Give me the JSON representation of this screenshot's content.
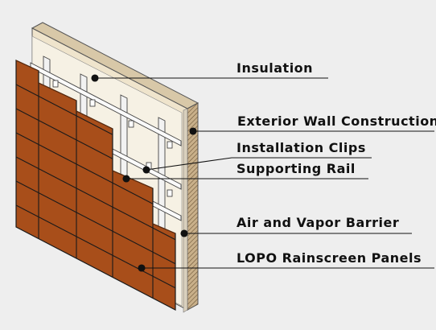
{
  "callouts": [
    {
      "id": "insulation",
      "label": "Insulation"
    },
    {
      "id": "exterior-wall",
      "label": "Exterior Wall Construction"
    },
    {
      "id": "installation-clips",
      "label": "Installation Clips"
    },
    {
      "id": "supporting-rail",
      "label": "Supporting Rail"
    },
    {
      "id": "air-vapor-barrier",
      "label": "Air and Vapor Barrier"
    },
    {
      "id": "rainscreen-panels",
      "label": "LOPO Rainscreen Panels"
    }
  ],
  "colors": {
    "background": "#eeeeee",
    "wall_face": "#e9dcc0",
    "wall_side": "#b59a74",
    "panel": "#a84e1a",
    "panel_dark": "#7a3510",
    "grid_line": "#1a1a1a",
    "leader_line": "#111111"
  }
}
